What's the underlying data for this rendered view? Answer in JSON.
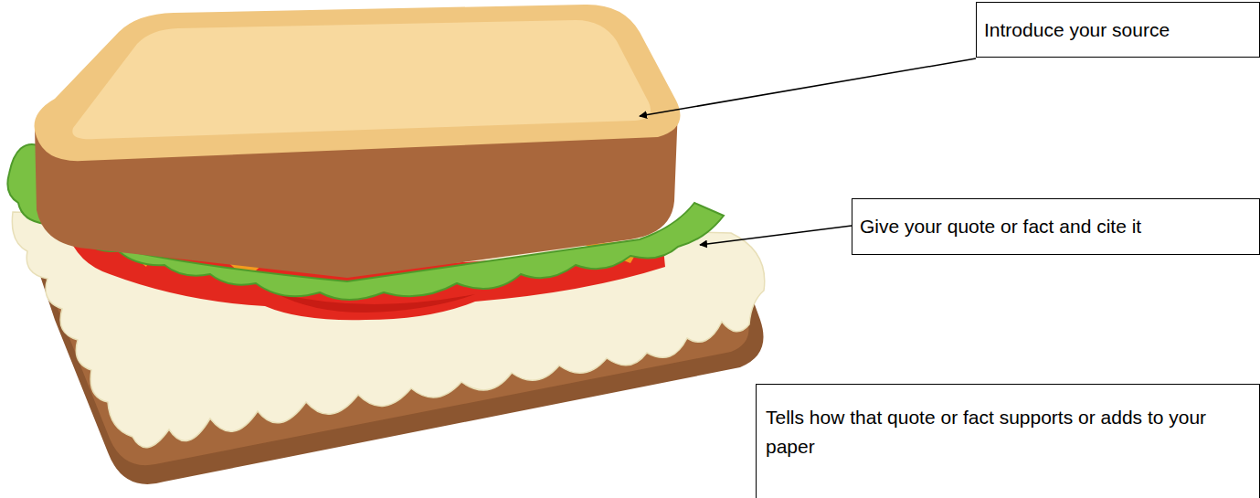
{
  "diagram": {
    "nodes": [
      {
        "text": [
          "Introduce your source"
        ]
      },
      {
        "text": [
          "Give your quote or fact and cite it"
        ]
      },
      {
        "text": [
          "Tells how that quote or fact supports or adds to your paper"
        ]
      }
    ]
  }
}
